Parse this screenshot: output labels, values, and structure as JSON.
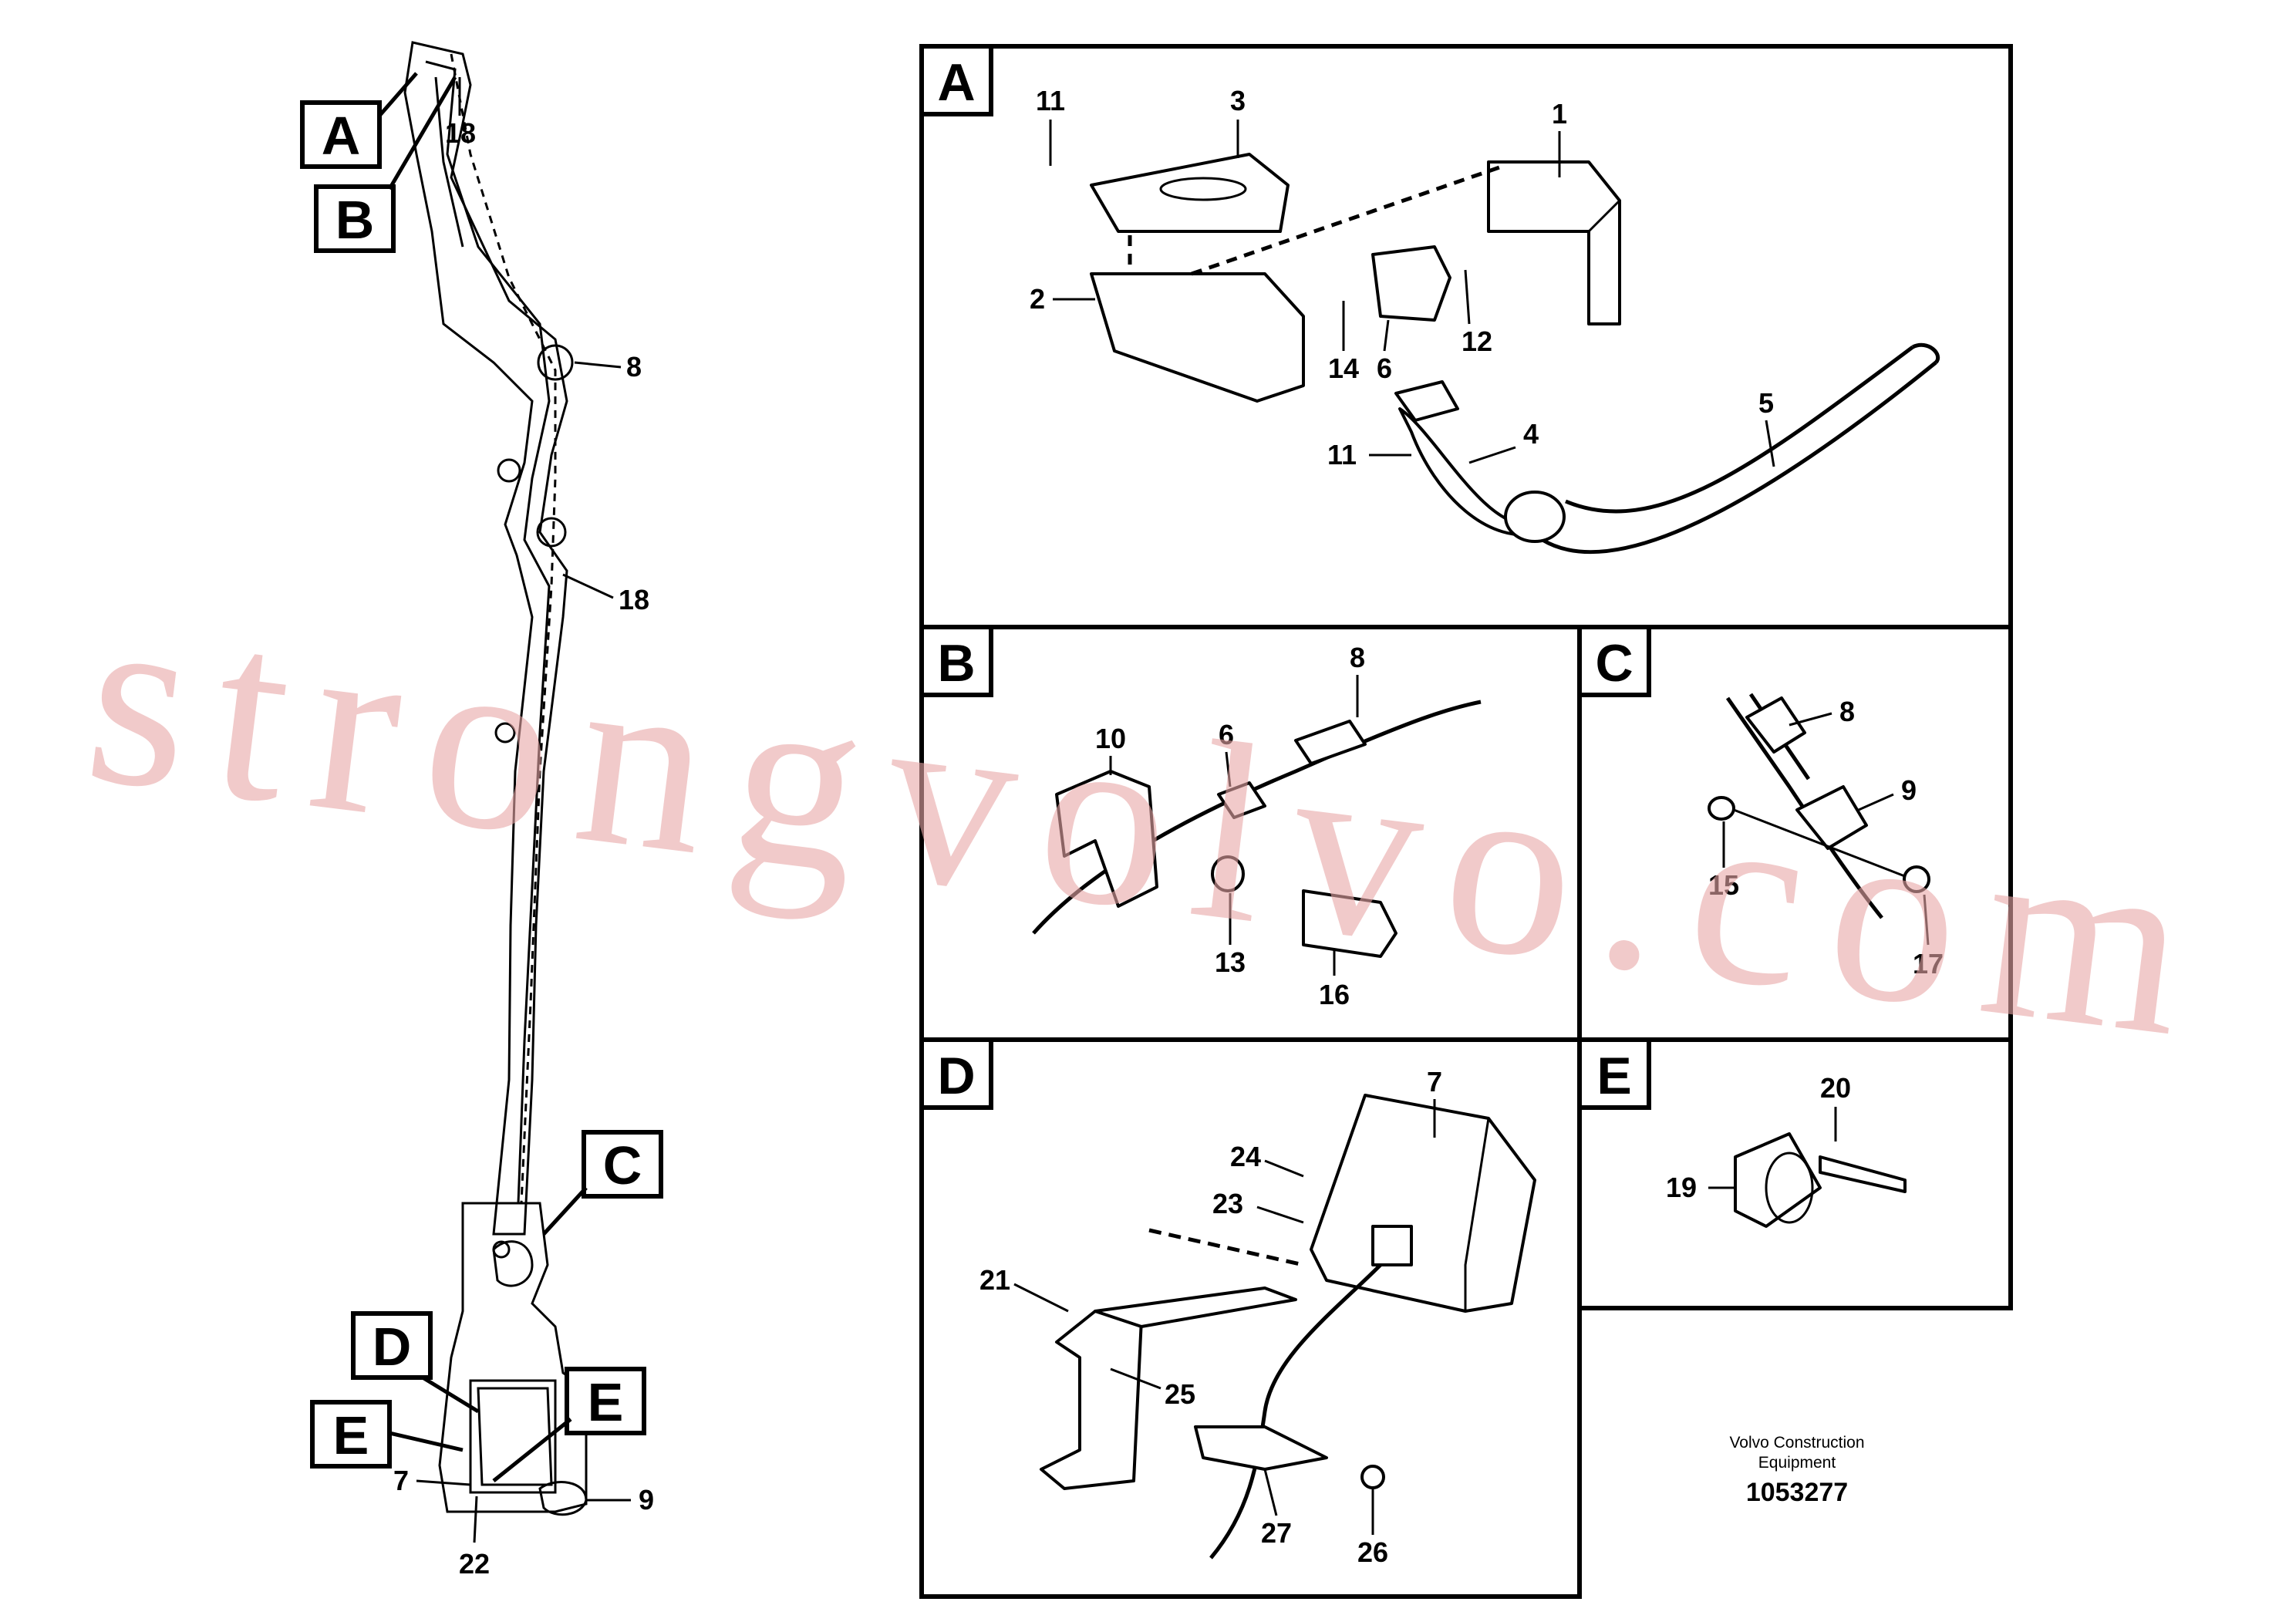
{
  "overview": {
    "tags": [
      "A",
      "B",
      "C",
      "D",
      "E",
      "E"
    ],
    "callouts": [
      "18",
      "8",
      "18",
      "9",
      "7",
      "22"
    ]
  },
  "panels": {
    "A": {
      "letter": "A",
      "callouts": [
        "11",
        "3",
        "1",
        "2",
        "14",
        "6",
        "12",
        "11",
        "4",
        "5"
      ]
    },
    "B": {
      "letter": "B",
      "callouts": [
        "8",
        "10",
        "6",
        "13",
        "16"
      ]
    },
    "C": {
      "letter": "C",
      "callouts": [
        "8",
        "9",
        "15",
        "17"
      ]
    },
    "D": {
      "letter": "D",
      "callouts": [
        "7",
        "24",
        "23",
        "21",
        "25",
        "27",
        "26"
      ]
    },
    "E": {
      "letter": "E",
      "callouts": [
        "20",
        "19"
      ]
    }
  },
  "info": {
    "publisher_line1": "Volvo Construction",
    "publisher_line2": "Equipment",
    "ref_number": "1053277"
  },
  "watermark": "strongvolvo.com"
}
